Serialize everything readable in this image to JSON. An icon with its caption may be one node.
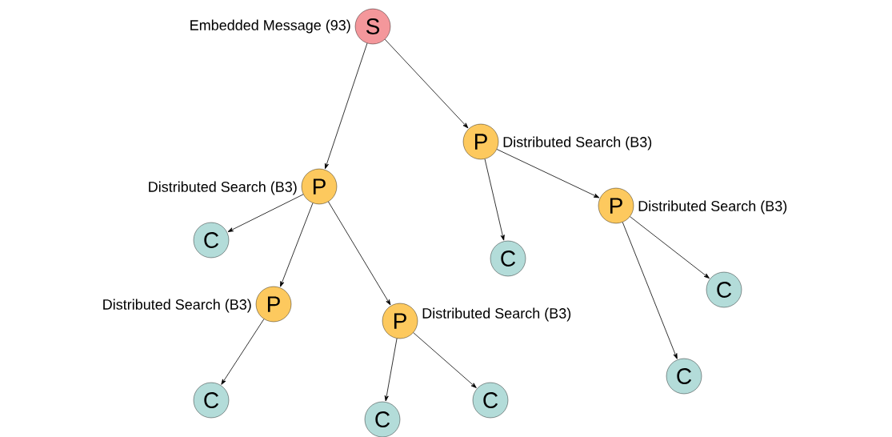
{
  "diagram": {
    "nodes": [
      {
        "text": [
          "S"
        ],
        "beside": [
          "Embedded Message (93)"
        ]
      },
      {
        "text": [
          "P"
        ],
        "beside": [
          "Distributed Search (B3)"
        ]
      },
      {
        "text": [
          "P"
        ],
        "beside": [
          "Distributed Search (B3)"
        ]
      },
      {
        "text": [
          "P"
        ],
        "beside": [
          "Distributed Search (B3)"
        ]
      },
      {
        "text": [
          "C"
        ]
      },
      {
        "text": [
          "C"
        ]
      },
      {
        "text": [
          "P"
        ],
        "beside": [
          "Distributed Search (B3)"
        ]
      },
      {
        "text": [
          "P"
        ],
        "beside": [
          "Distributed Search (B3)"
        ]
      },
      {
        "text": [
          "C"
        ]
      },
      {
        "text": [
          "C"
        ]
      },
      {
        "text": [
          "C"
        ]
      },
      {
        "text": [
          "C"
        ]
      },
      {
        "text": [
          "C"
        ]
      }
    ],
    "edges": [
      {
        "from": 0,
        "to": 2,
        "arrow": "to"
      },
      {
        "from": 0,
        "to": 1,
        "arrow": "to"
      },
      {
        "from": 2,
        "to": 4,
        "arrow": "to"
      },
      {
        "from": 2,
        "to": 6,
        "arrow": "to"
      },
      {
        "from": 2,
        "to": 7,
        "arrow": "to"
      },
      {
        "from": 1,
        "to": 5,
        "arrow": "to"
      },
      {
        "from": 1,
        "to": 3,
        "arrow": "to"
      },
      {
        "from": 3,
        "to": 9,
        "arrow": "to"
      },
      {
        "from": 3,
        "to": 8,
        "arrow": "to"
      },
      {
        "from": 6,
        "to": 10,
        "arrow": "to"
      },
      {
        "from": 7,
        "to": 12,
        "arrow": "to"
      },
      {
        "from": 7,
        "to": 11,
        "arrow": "to"
      }
    ]
  }
}
